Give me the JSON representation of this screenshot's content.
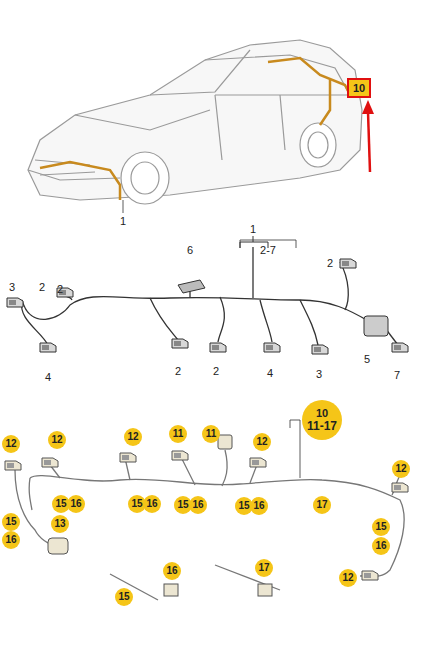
{
  "diagram": {
    "nodes": [
      {
        "text": [
          "10"
        ]
      },
      {
        "text": [
          "10",
          "11-17"
        ]
      }
    ],
    "labels": [
      "1",
      "6",
      "1",
      "2-7",
      "2",
      "3",
      "2",
      "2",
      "2",
      "4",
      "4",
      "3",
      "5",
      "7",
      "2",
      "12",
      "12",
      "12",
      "11",
      "11",
      "12",
      "12",
      "15",
      "16",
      "15",
      "16",
      "15",
      "16",
      "15",
      "16",
      "17",
      "13",
      "15",
      "16",
      "15",
      "16",
      "16",
      "17",
      "15",
      "12"
    ]
  }
}
